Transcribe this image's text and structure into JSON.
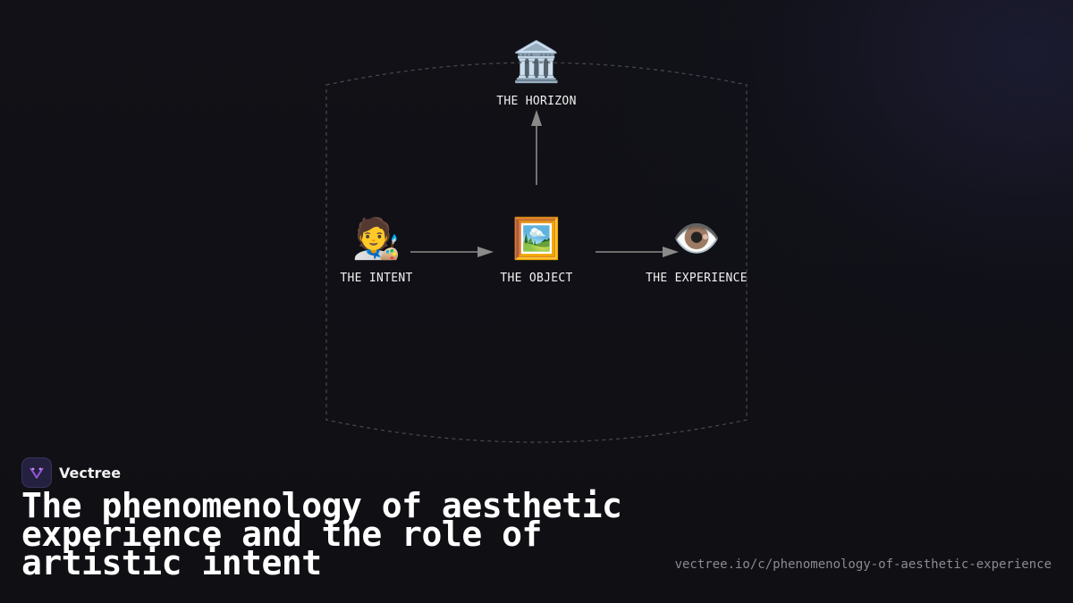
{
  "brand": {
    "name": "Vectree",
    "logo_icon": "vectree-v-logo"
  },
  "title": "The phenomenology of aesthetic experience and the role of artistic intent",
  "url": "vectree.io/c/phenomenology-of-aesthetic-experience",
  "diagram": {
    "nodes": [
      {
        "id": "horizon",
        "label": "THE HORIZON",
        "icon": "🏛️",
        "icon_name": "classical-building-icon"
      },
      {
        "id": "intent",
        "label": "THE INTENT",
        "icon": "🧑‍🎨",
        "icon_name": "artist-icon"
      },
      {
        "id": "object",
        "label": "THE OBJECT",
        "icon": "🖼️",
        "icon_name": "framed-picture-icon"
      },
      {
        "id": "experience",
        "label": "THE EXPERIENCE",
        "icon": "👁️",
        "icon_name": "eye-icon"
      }
    ],
    "edges": [
      {
        "from": "intent",
        "to": "object"
      },
      {
        "from": "object",
        "to": "experience"
      },
      {
        "from": "object",
        "to": "horizon"
      }
    ]
  },
  "colors": {
    "background": "#111116",
    "arrow": "#8a8a8a",
    "boundary": "#4a4a52",
    "logo_bg": "#24203f",
    "logo_mark": "#a25ee0"
  }
}
